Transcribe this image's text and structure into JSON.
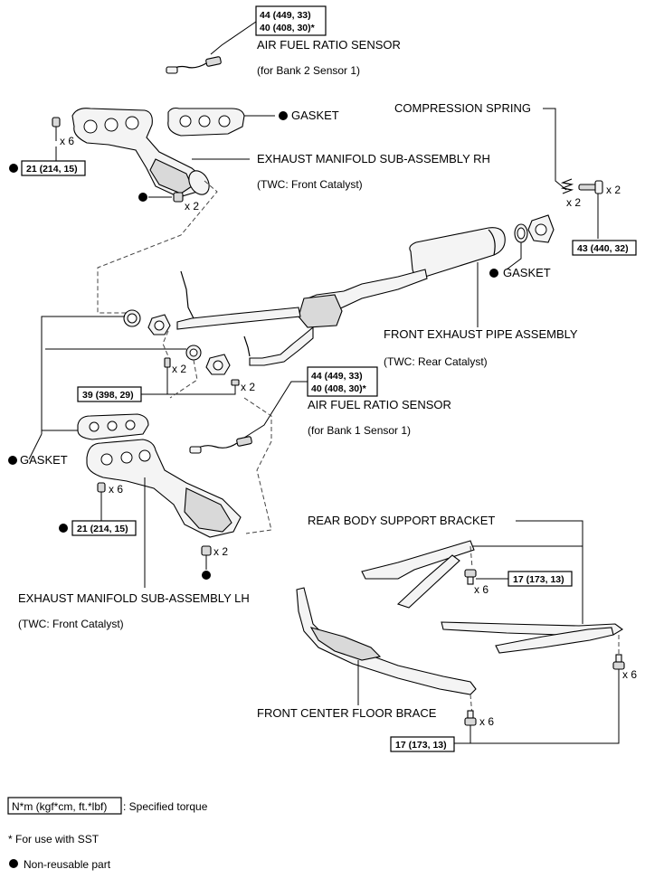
{
  "labels": {
    "afr_sensor_top": "AIR FUEL RATIO SENSOR",
    "afr_sensor_top_sub": "(for Bank 2 Sensor 1)",
    "gasket_top": "GASKET",
    "manifold_rh": "EXHAUST MANIFOLD SUB-ASSEMBLY RH",
    "manifold_rh_sub": "(TWC: Front Catalyst)",
    "compression_spring": "COMPRESSION SPRING",
    "gasket_right": "GASKET",
    "front_exhaust_pipe": "FRONT EXHAUST PIPE ASSEMBLY",
    "front_exhaust_pipe_sub": "(TWC: Rear Catalyst)",
    "afr_sensor_mid": "AIR FUEL RATIO SENSOR",
    "afr_sensor_mid_sub": "(for Bank 1 Sensor 1)",
    "gasket_left": "GASKET",
    "manifold_lh": "EXHAUST MANIFOLD SUB-ASSEMBLY LH",
    "manifold_lh_sub": "(TWC: Front Catalyst)",
    "rear_body_bracket": "REAR BODY SUPPORT BRACKET",
    "front_floor_brace": "FRONT CENTER FLOOR BRACE"
  },
  "quantities": {
    "rh_nuts": "x 6",
    "rh_bolts": "x 2",
    "spring": "x 2",
    "spring_bolts": "x 2",
    "pipe_bolts_a": "x 2",
    "pipe_bolts_b": "x 2",
    "lh_nuts": "x 6",
    "lh_bolts": "x 2",
    "bracket_bolts": "x 6",
    "bracket_bolts_right": "x 6",
    "brace_bolts": "x 6"
  },
  "torques": {
    "afr_top_line1": "44 (449, 33)",
    "afr_top_line2": "40 (408, 30)*",
    "rh_manifold": "21 (214, 15)",
    "spring_bolt": "43 (440, 32)",
    "pipe_joint": "39 (398, 29)",
    "afr_mid_line1": "44 (449, 33)",
    "afr_mid_line2": "40 (408, 30)*",
    "lh_manifold": "21 (214, 15)",
    "bracket": "17 (173, 13)",
    "brace": "17 (173, 13)"
  },
  "legend": {
    "torque_unit": "N*m (kgf*cm, ft.*lbf)",
    "torque_desc": ": Specified torque",
    "sst_note": "* For use with SST",
    "non_reusable": "Non-reusable part"
  }
}
